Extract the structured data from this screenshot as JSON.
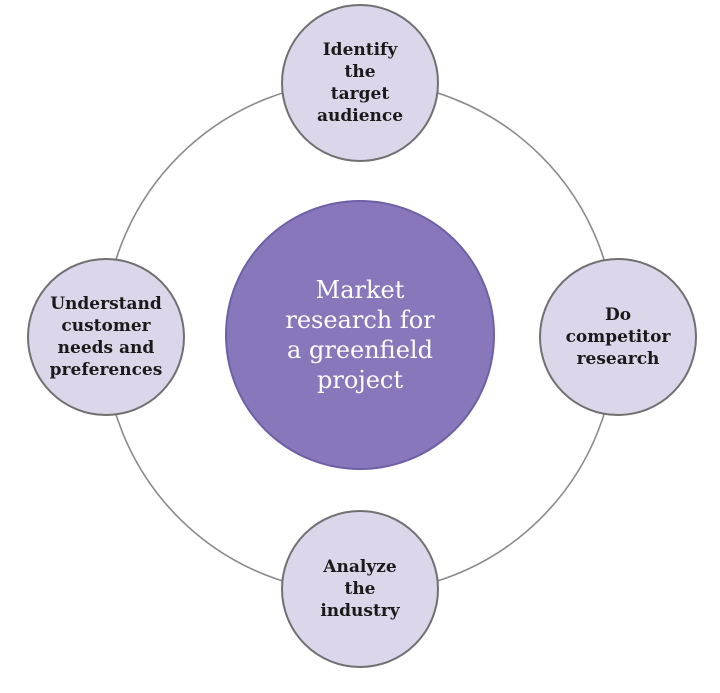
{
  "diagram": {
    "center": {
      "label": "Market\nresearch for\na greenfield\nproject"
    },
    "nodes": {
      "top": {
        "label": "Identify\nthe\ntarget\naudience"
      },
      "right": {
        "label": "Do\ncompetitor\nresearch"
      },
      "bottom": {
        "label": "Analyze\nthe\nindustry"
      },
      "left": {
        "label": "Understand\ncustomer\nneeds and\npreferences"
      }
    },
    "colors": {
      "center_fill": "#8878bb",
      "node_fill": "#dcd6ea",
      "ring_stroke": "#8a8a8a"
    }
  }
}
